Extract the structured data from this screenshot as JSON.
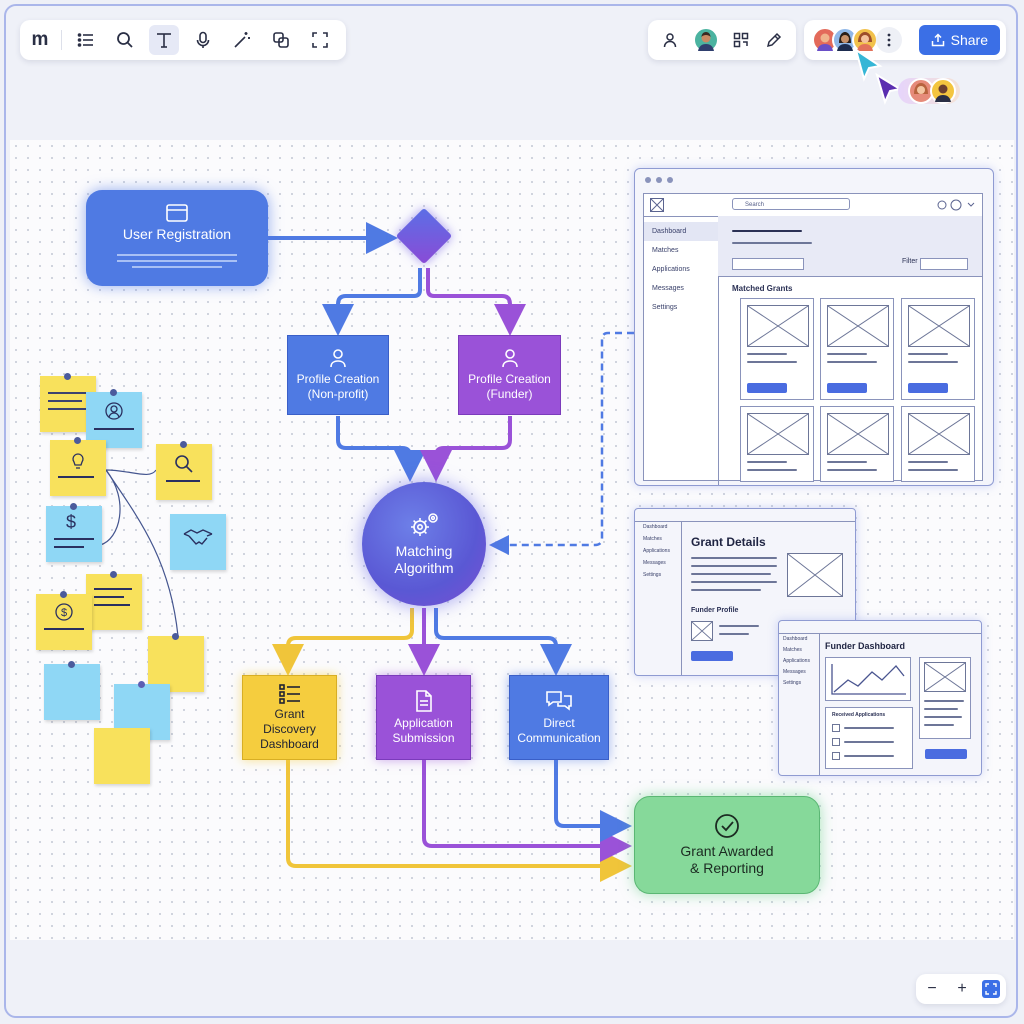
{
  "toolbar": {
    "logo": "m",
    "tools": [
      "list-icon",
      "search-icon",
      "text-icon",
      "mic-icon",
      "magic-wand-icon",
      "shapes-icon",
      "fullscreen-icon"
    ]
  },
  "collab": {
    "share_label": "Share"
  },
  "flow": {
    "user_registration": "User Registration",
    "profile_nonprofit": [
      "Profile Creation",
      "(Non-profit)"
    ],
    "profile_funder": [
      "Profile Creation",
      "(Funder)"
    ],
    "matching": [
      "Matching",
      "Algorithm"
    ],
    "grant_discovery": [
      "Grant",
      "Discovery",
      "Dashboard"
    ],
    "application_submission": [
      "Application",
      "Submission"
    ],
    "direct_communication": [
      "Direct",
      "Communication"
    ],
    "grant_awarded": [
      "Grant Awarded",
      "& Reporting"
    ]
  },
  "wire_dashboard": {
    "search_placeholder": "Search",
    "sidebar": [
      "Dashboard",
      "Matches",
      "Applications",
      "Messages",
      "Settings"
    ],
    "filter_label": "Filter",
    "section_title": "Matched Grants"
  },
  "wire_details": {
    "title": "Grant Details",
    "funder_profile": "Funder Profile",
    "sidebar": [
      "Dashboard",
      "Matches",
      "Applications",
      "Messages",
      "Settings"
    ]
  },
  "wire_funder": {
    "title": "Funder Dashboard",
    "received": "Received Applications",
    "sidebar": [
      "Dashboard",
      "Matches",
      "Applications",
      "Messages",
      "Settings"
    ]
  },
  "colors": {
    "blue": "#4f7ae3",
    "purple": "#9a52d8",
    "yellow": "#f5cd3e",
    "green": "#86d99a",
    "accent": "#3b6fe6"
  },
  "zoom": {
    "minus": "−",
    "plus": "+"
  }
}
